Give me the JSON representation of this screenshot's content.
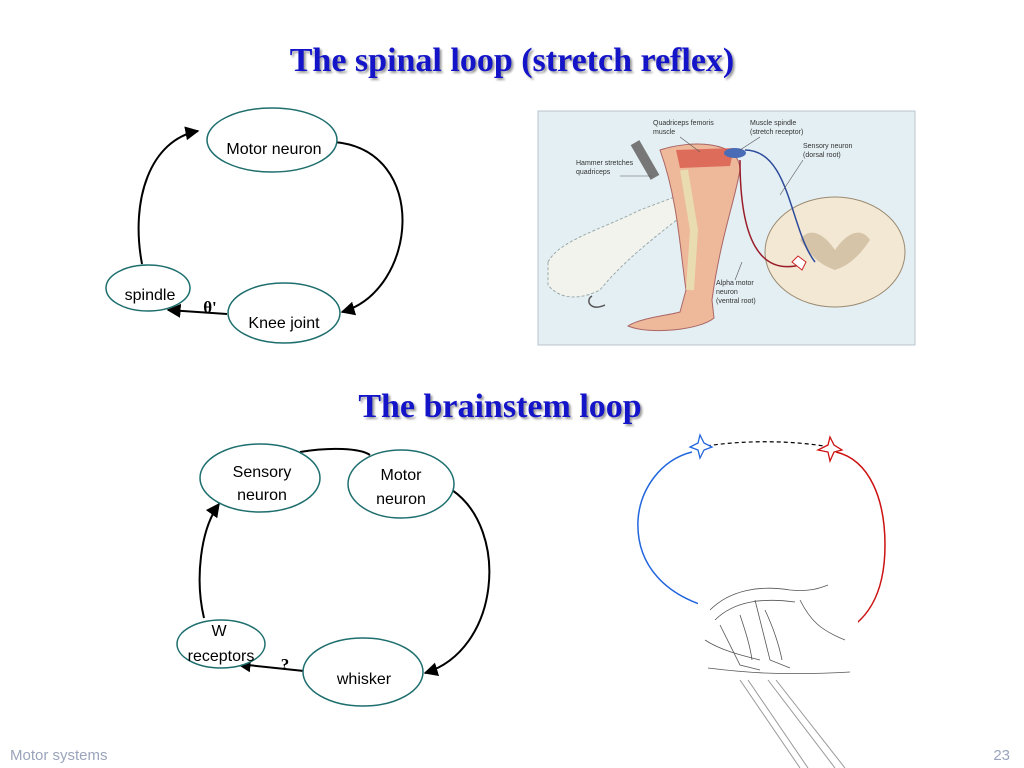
{
  "titles": {
    "spinal": "The spinal loop (stretch reflex)",
    "brainstem": "The brainstem loop"
  },
  "spinal_loop": {
    "nodes": {
      "motor_neuron": "Motor neuron",
      "spindle": "spindle",
      "knee_joint": "Knee joint"
    },
    "edge_label": "θ'"
  },
  "brainstem_loop": {
    "nodes": {
      "sensory_neuron": [
        "Sensory",
        "neuron"
      ],
      "motor_neuron": [
        "Motor",
        "neuron"
      ],
      "w_receptors": [
        "W",
        "receptors"
      ],
      "whisker": "whisker"
    },
    "edge_label": "?"
  },
  "stretch_reflex_figure": {
    "labels": {
      "quadriceps": [
        "Quadriceps femoris",
        "muscle"
      ],
      "spindle": [
        "Muscle spindle",
        "(stretch receptor)"
      ],
      "sensory": [
        "Sensory neuron",
        "(dorsal root)"
      ],
      "hammer": [
        "Hammer stretches",
        "quadriceps"
      ],
      "alpha": [
        "Alpha motor",
        "neuron",
        "(ventral root)"
      ]
    }
  },
  "colors": {
    "title": "#1414c8",
    "node_stroke": "#1e6e6e",
    "sensory_path": "#2266dd",
    "motor_path": "#cc1111"
  },
  "footer": {
    "left": "Motor systems",
    "right": "23"
  }
}
